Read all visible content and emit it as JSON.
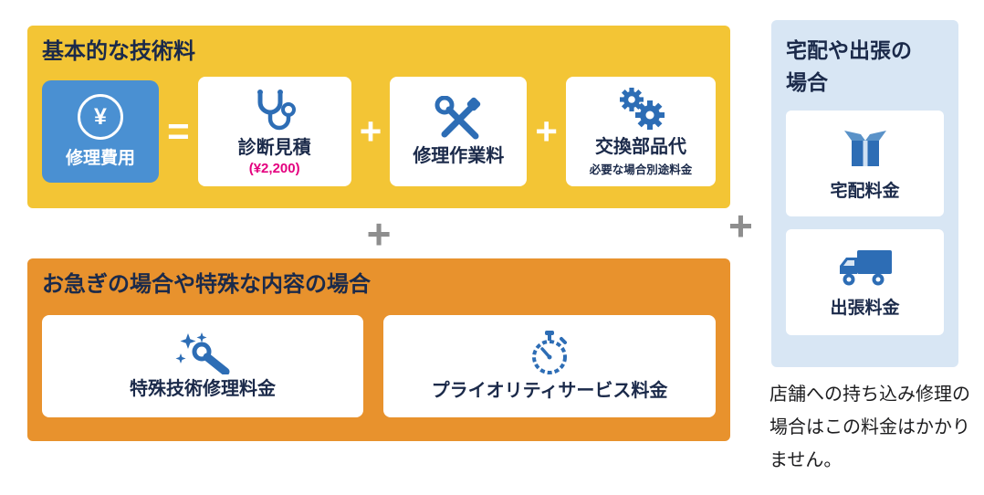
{
  "basic_panel": {
    "title": "基本的な技術料",
    "repair_cost": {
      "yen": "¥",
      "label": "修理費用"
    },
    "equals": "=",
    "plus": "+",
    "cards": [
      {
        "label": "診断見積",
        "sub": "(¥2,200)"
      },
      {
        "label": "修理作業料",
        "sub": ""
      },
      {
        "label": "交換部品代",
        "sub": "必要な場合別途料金"
      }
    ]
  },
  "special_panel": {
    "title": "お急ぎの場合や特殊な内容の場合",
    "cards": [
      {
        "label": "特殊技術修理料金"
      },
      {
        "label": "プライオリティサービス料金"
      }
    ]
  },
  "delivery_panel": {
    "title": "宅配や出張の場合",
    "cards": [
      {
        "label": "宅配料金"
      },
      {
        "label": "出張料金"
      }
    ]
  },
  "connectors": {
    "plus_bottom": "+",
    "plus_right": "+"
  },
  "note": "店舗への持ち込み修理の場合はこの料金はかかりません。",
  "colors": {
    "yellow": "#F3C535",
    "orange": "#E8922D",
    "light_blue": "#D8E6F4",
    "blue_card": "#4A90D2",
    "navy_text": "#1B2A4A",
    "icon_blue": "#2D6DB5",
    "pink": "#E4007F",
    "plus_gray": "#8E8E8E"
  }
}
